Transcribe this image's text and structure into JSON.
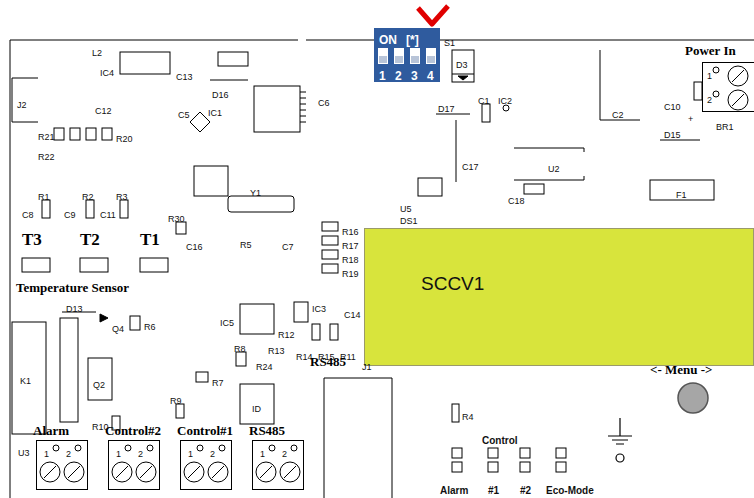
{
  "diagram": {
    "nodes": [
      {
        "text": [
          "SCCV1"
        ]
      },
      {
        "text": [
          "ON",
          "[*]",
          "1",
          "2",
          "3",
          "4"
        ]
      },
      {
        "text": [
          "Power In",
          "1",
          "2"
        ]
      },
      {
        "text": [
          "Alarm",
          "1",
          "2"
        ]
      },
      {
        "text": [
          "Control#2",
          "1",
          "2"
        ]
      },
      {
        "text": [
          "Control#1",
          "1",
          "2"
        ]
      },
      {
        "text": [
          "RS485",
          "1",
          "2"
        ]
      }
    ],
    "edges": [],
    "labels": [
      "L2",
      "IC4",
      "C13",
      "J2",
      "C12",
      "D16",
      "IC1",
      "C5",
      "C6",
      "R20",
      "R21",
      "R22",
      "C8",
      "R1",
      "C9",
      "R2",
      "C11",
      "R3",
      "Y1",
      "R30",
      "C16",
      "C7",
      "R5",
      "R16",
      "R17",
      "R18",
      "R19",
      "T3",
      "T2",
      "T1",
      "Temperature Sensor",
      "D13",
      "Q4",
      "R6",
      "K1",
      "IC5",
      "IC3",
      "C14",
      "R12",
      "R13",
      "R14",
      "R15",
      "R11",
      "R8",
      "R24",
      "R7",
      "ID",
      "Q2",
      "R10",
      "R9",
      "U3",
      "RS485",
      "J1",
      "R4",
      "Control",
      "Alarm",
      "#1",
      "#2",
      "Eco-Mode",
      "<- Menu ->",
      "D17",
      "C1",
      "IC2",
      "U2",
      "C2",
      "C10",
      "+",
      "D15",
      "BR1",
      "C17",
      "C18",
      "U5",
      "DS1",
      "F1",
      "D3",
      "S1"
    ]
  }
}
